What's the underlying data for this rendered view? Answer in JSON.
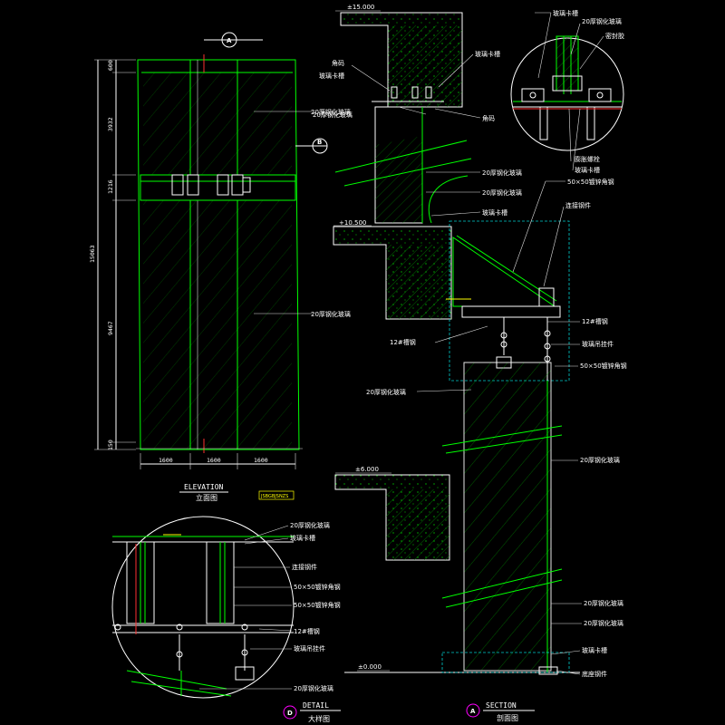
{
  "elevation": {
    "title_en": "ELEVATION",
    "title_cn": "立面图",
    "bubble_a": "A",
    "bubble_b": "B",
    "dim_total": "15063",
    "dims_vertical": [
      "600",
      "3932",
      "1216",
      "9467",
      "150"
    ],
    "dims_horizontal": [
      "1600",
      "1600",
      "1600"
    ],
    "label_glass_top": "20厚钢化玻璃",
    "label_glass_mid": "20厚钢化玻璃",
    "stamp": "JSBGBJSNZS"
  },
  "section": {
    "title_en": "SECTION",
    "title_cn": "剖面图",
    "bubble": "A",
    "levels": [
      "±15.000",
      "+10.500",
      "±6.000",
      "±0.000"
    ],
    "labels": [
      "角码",
      "玻璃卡槽",
      "玻璃卡槽",
      "20厚钢化玻璃",
      "角码",
      "20厚钢化玻璃",
      "20厚钢化玻璃",
      "玻璃卡槽",
      "50×50镀锌角钢",
      "连接钢件",
      "12#槽钢",
      "12#槽钢",
      "玻璃吊挂件",
      "50×50镀锌角钢",
      "20厚钢化玻璃",
      "20厚钢化玻璃",
      "20厚钢化玻璃",
      "20厚钢化玻璃",
      "玻璃卡槽",
      "底座钢件"
    ]
  },
  "detail_b": {
    "labels": [
      "玻璃卡槽",
      "20厚钢化玻璃",
      "密封胶",
      "膨胀螺栓",
      "玻璃卡槽"
    ]
  },
  "detail_d": {
    "title_en": "DETAIL",
    "title_cn": "大样图",
    "bubble": "D",
    "labels": [
      "20厚钢化玻璃",
      "玻璃卡槽",
      "连接钢件",
      "50×50镀锌角钢",
      "50×50镀锌角钢",
      "12#槽钢",
      "玻璃吊挂件",
      "20厚钢化玻璃"
    ]
  }
}
